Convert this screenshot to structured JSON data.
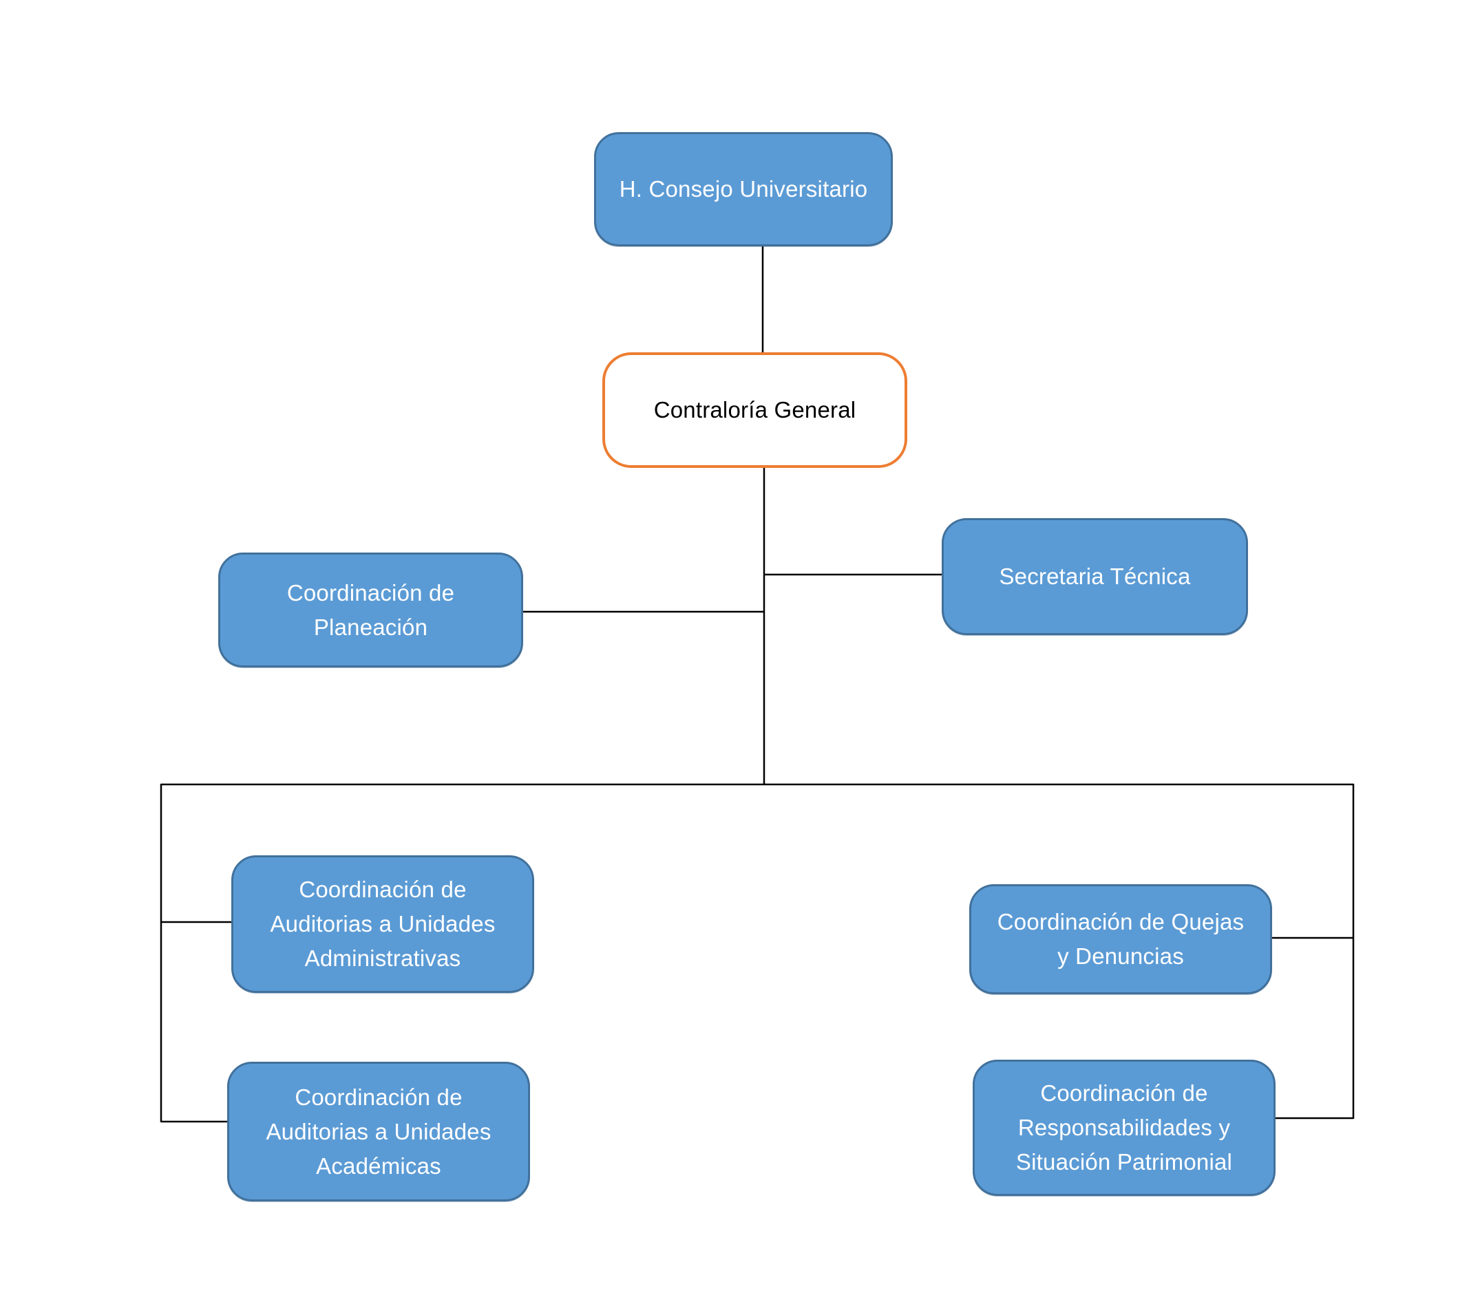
{
  "diagram": {
    "type": "org-chart",
    "nodes": {
      "consejo": {
        "lines": [
          "H. Consejo Universitario"
        ]
      },
      "contraloria": {
        "lines": [
          "Contraloría General"
        ]
      },
      "planeacion": {
        "lines": [
          "Coordinación de",
          "Planeación"
        ]
      },
      "secretaria": {
        "lines": [
          "Secretaria Técnica"
        ]
      },
      "auditorias_administrativas": {
        "lines": [
          "Coordinación de",
          "Auditorias a Unidades",
          "Administrativas"
        ]
      },
      "auditorias_academicas": {
        "lines": [
          "Coordinación de",
          "Auditorias a Unidades",
          "Académicas"
        ]
      },
      "quejas": {
        "lines": [
          "Coordinación de Quejas",
          "y Denuncias"
        ]
      },
      "responsabilidades": {
        "lines": [
          "Coordinación de",
          "Responsabilidades y",
          "Situación Patrimonial"
        ]
      }
    },
    "hierarchy": {
      "root": "H. Consejo Universitario",
      "reports_to_root": [
        "Contraloría General"
      ],
      "reports_to_contraloria": [
        "Coordinación de Planeación",
        "Secretaria Técnica",
        "Coordinación de Auditorias a Unidades Administrativas",
        "Coordinación de Auditorias a Unidades Académicas",
        "Coordinación de Quejas y Denuncias",
        "Coordinación de Responsabilidades y Situación Patrimonial"
      ]
    },
    "colors": {
      "node_fill": "#5B9BD5",
      "node_border": "#41719C",
      "highlight_fill": "#FFFFFF",
      "highlight_border": "#ED7D31",
      "text_on_blue": "#FFFFFF",
      "text_on_white": "#000000",
      "connector": "#000000",
      "background": "#FFFFFF"
    }
  }
}
